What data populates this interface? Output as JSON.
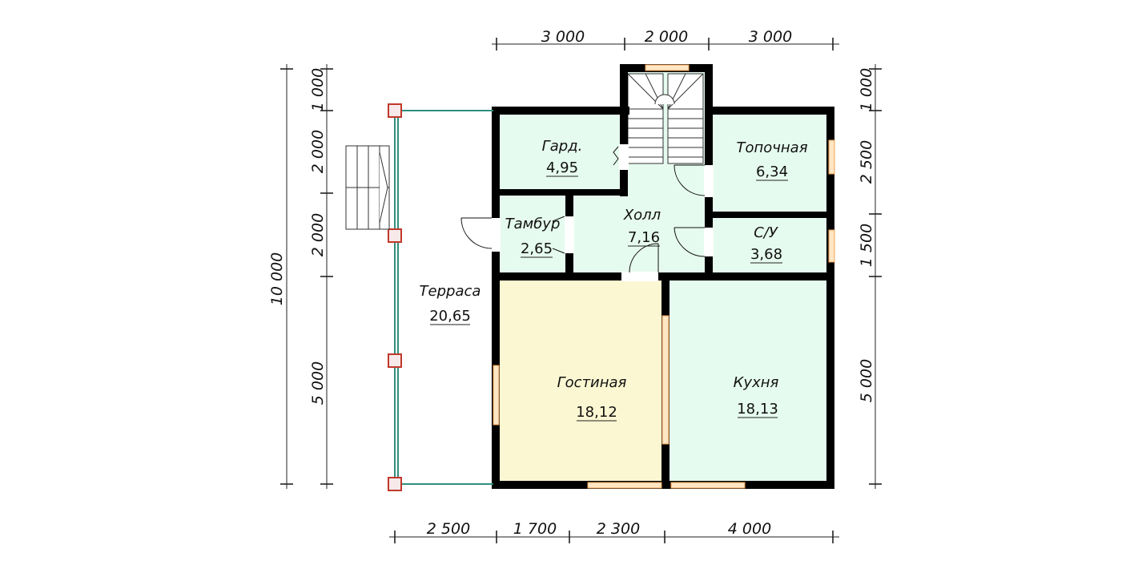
{
  "top_dimensions": [
    "3 000",
    "2 000",
    "3 000"
  ],
  "bottom_dimensions": [
    "2 500",
    "1 700",
    "2 300",
    "4 000"
  ],
  "left_total_dimension": "10 000",
  "left_dimensions": [
    "1 000",
    "2 000",
    "2 000",
    "5 000"
  ],
  "right_dimensions": [
    "1 000",
    "2 500",
    "1 500",
    "5 000"
  ],
  "rooms": {
    "gard": {
      "name": "Гард.",
      "area": "4,95"
    },
    "topochnaya": {
      "name": "Топочная",
      "area": "6,34"
    },
    "tambur": {
      "name": "Тамбур",
      "area": "2,65"
    },
    "holl": {
      "name": "Холл",
      "area": "7,16"
    },
    "su": {
      "name": "С/У",
      "area": "3,68"
    },
    "terrasa": {
      "name": "Терраса",
      "area": "20,65"
    },
    "gostinaya": {
      "name": "Гостиная",
      "area": "18,12"
    },
    "kuhnya": {
      "name": "Кухня",
      "area": "18,13"
    }
  },
  "colors": {
    "room_fill_green": "#e6fbef",
    "living_room_fill": "#fbf7d2",
    "window": "#f0a050",
    "railing": "#2f8f7f",
    "post": "#c0392b",
    "wall": "#000000"
  }
}
